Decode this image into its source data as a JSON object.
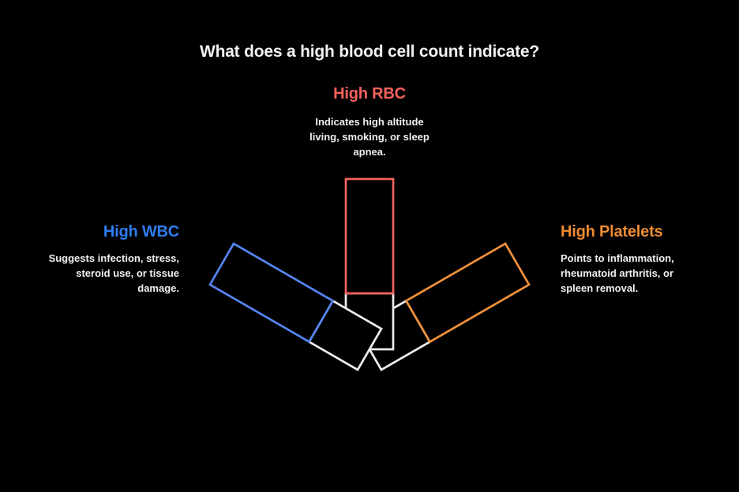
{
  "title": "What does a high blood cell count indicate?",
  "sections": {
    "rbc": {
      "label": "High RBC",
      "description": "Indicates high altitude\nliving, smoking, or sleep\napnea."
    },
    "wbc": {
      "label": "High WBC",
      "description": "Suggests infection, stress,\nsteroid use, or tissue\ndamage."
    },
    "platelets": {
      "label": "High Platelets",
      "description": "Points to inflammation,\nrheumatoid arthritis, or\nspleen removal."
    }
  },
  "colors": {
    "background": "#000000",
    "title_text": "#F2F2F2",
    "body_text": "#F0F0F0",
    "rbc_accent": "#F4635D",
    "wbc_accent": "#2E7EF0",
    "platelets_accent": "#EE8B33",
    "rbc_stroke": "#F4635D",
    "wbc_stroke": "#5585F0",
    "platelets_stroke": "#F0913C",
    "tip_stroke": "#EDEDED"
  }
}
